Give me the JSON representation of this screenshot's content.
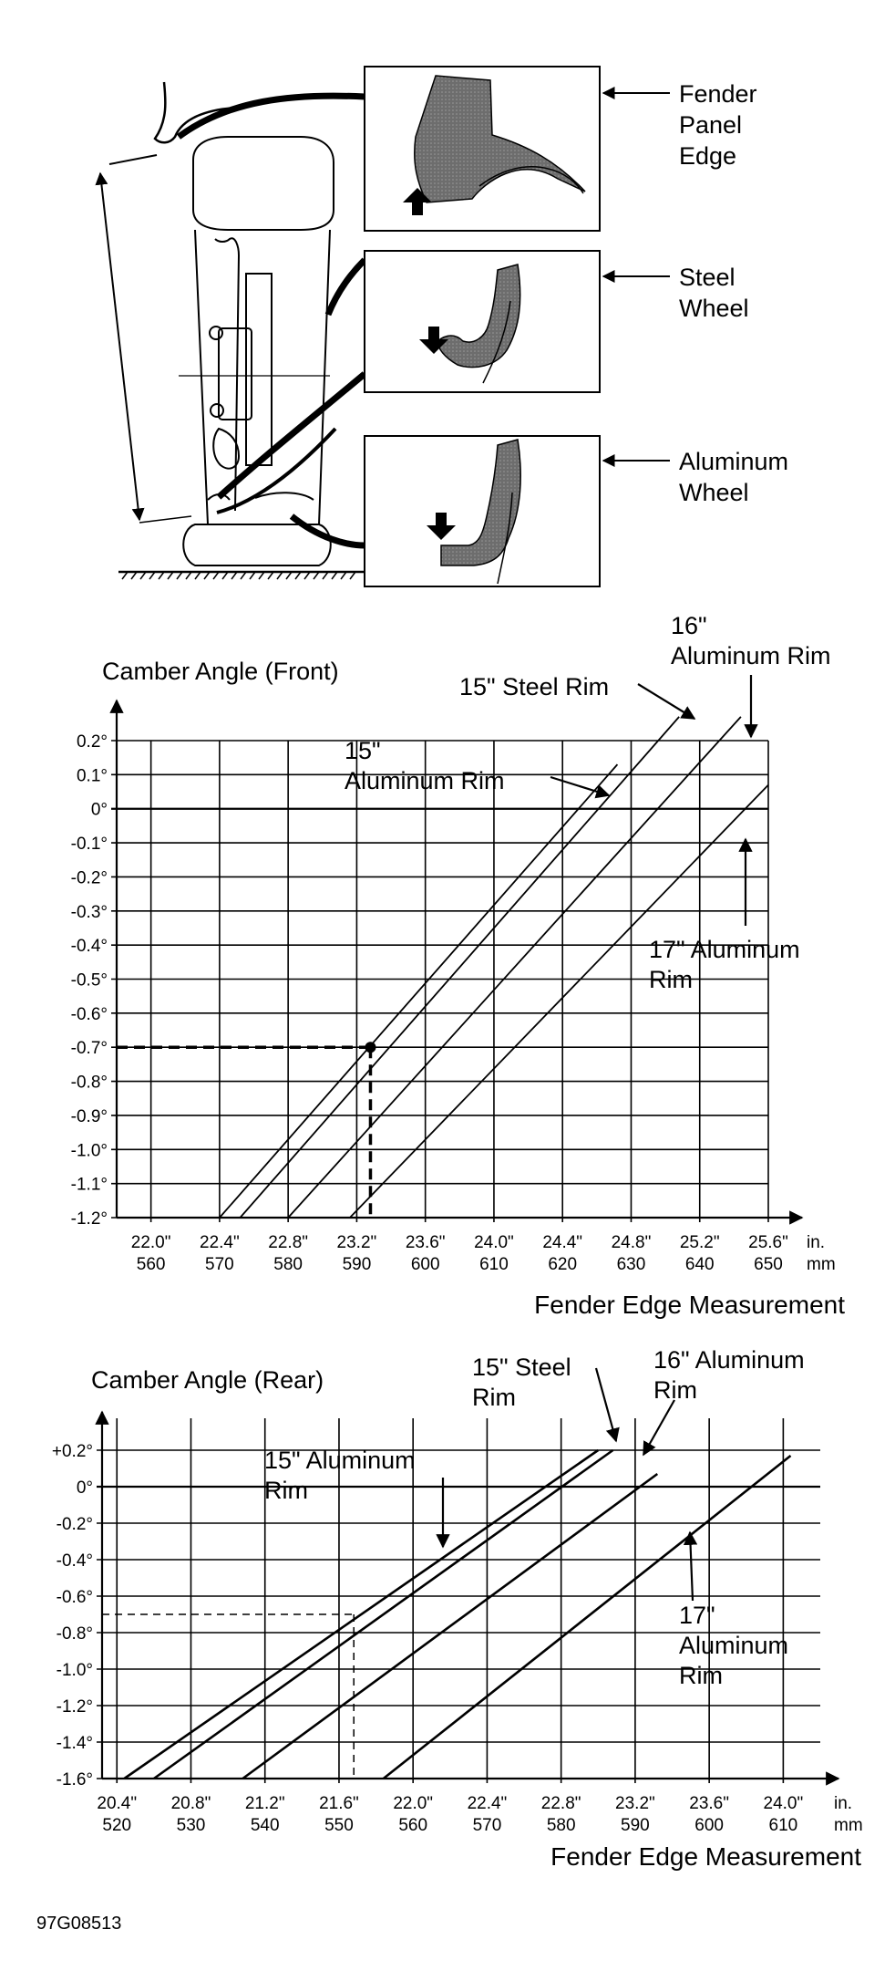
{
  "callouts": {
    "fender": "Fender Panel Edge",
    "steel": "Steel Wheel",
    "aluminum": "Aluminum Wheel"
  },
  "figure_id": "97G08513",
  "chart_data": [
    {
      "type": "line",
      "title": "Camber Angle (Front)",
      "xlabel": "Fender Edge Measurement",
      "x_unit_in": "in.",
      "x_unit_mm": "mm",
      "x_ticks_in": [
        "22.0\"",
        "22.4\"",
        "22.8\"",
        "23.2\"",
        "23.6\"",
        "24.0\"",
        "24.4\"",
        "24.8\"",
        "25.2\"",
        "25.6\""
      ],
      "x_ticks_mm": [
        "560",
        "570",
        "580",
        "590",
        "600",
        "610",
        "620",
        "630",
        "640",
        "650"
      ],
      "y_ticks": [
        "0.2°",
        "0.1°",
        "0°",
        "-0.1°",
        "-0.2°",
        "-0.3°",
        "-0.4°",
        "-0.5°",
        "-0.6°",
        "-0.7°",
        "-0.8°",
        "-0.9°",
        "-1.0°",
        "-1.1°",
        "-1.2°"
      ],
      "xlim_mm": [
        555,
        650
      ],
      "ylim": [
        -1.2,
        0.2
      ],
      "grid": true,
      "series": [
        {
          "name": "15\" Aluminum Rim",
          "points": [
            [
              570,
              -1.2
            ],
            [
              628,
              0.13
            ]
          ]
        },
        {
          "name": "15\" Steel Rim",
          "points": [
            [
              573,
              -1.2
            ],
            [
              637,
              0.27
            ]
          ]
        },
        {
          "name": "16\" Aluminum Rim",
          "points": [
            [
              580,
              -1.2
            ],
            [
              646,
              0.27
            ]
          ]
        },
        {
          "name": "17\" Aluminum Rim",
          "points": [
            [
              589,
              -1.2
            ],
            [
              650,
              0.07
            ]
          ]
        }
      ],
      "reference": {
        "x_mm": 592,
        "y": -0.7
      },
      "labels": {
        "steel": "15\" Steel Rim",
        "alum16": "16\" Aluminum Rim",
        "alum15": "15\" Aluminum Rim",
        "alum17": "17\" Aluminum Rim"
      }
    },
    {
      "type": "line",
      "title": "Camber Angle (Rear)",
      "xlabel": "Fender Edge Measurement",
      "x_unit_in": "in.",
      "x_unit_mm": "mm",
      "x_ticks_in": [
        "20.4\"",
        "20.8\"",
        "21.2\"",
        "21.6\"",
        "22.0\"",
        "22.4\"",
        "22.8\"",
        "23.2\"",
        "23.6\"",
        "24.0\""
      ],
      "x_ticks_mm": [
        "520",
        "530",
        "540",
        "550",
        "560",
        "570",
        "580",
        "590",
        "600",
        "610"
      ],
      "y_ticks": [
        "+0.2°",
        "0°",
        "-0.2°",
        "-0.4°",
        "-0.6°",
        "-0.8°",
        "-1.0°",
        "-1.2°",
        "-1.4°",
        "-1.6°"
      ],
      "xlim_mm": [
        518,
        615
      ],
      "ylim": [
        -1.6,
        0.2
      ],
      "grid": true,
      "series": [
        {
          "name": "15\" Aluminum Rim",
          "points": [
            [
              521,
              -1.6
            ],
            [
              585,
              0.2
            ]
          ]
        },
        {
          "name": "15\" Steel Rim",
          "points": [
            [
              525,
              -1.6
            ],
            [
              587,
              0.2
            ]
          ]
        },
        {
          "name": "16\" Aluminum Rim",
          "points": [
            [
              537,
              -1.6
            ],
            [
              593,
              0.07
            ]
          ]
        },
        {
          "name": "17\" Aluminum Rim",
          "points": [
            [
              556,
              -1.6
            ],
            [
              611,
              0.17
            ]
          ]
        }
      ],
      "reference": {
        "x_mm": 552,
        "y": -0.7
      },
      "labels": {
        "steel": "15\" Steel Rim",
        "alum16": "16\" Aluminum Rim",
        "alum15": "15\" Aluminum Rim",
        "alum17": "17\" Aluminum Rim"
      }
    }
  ]
}
